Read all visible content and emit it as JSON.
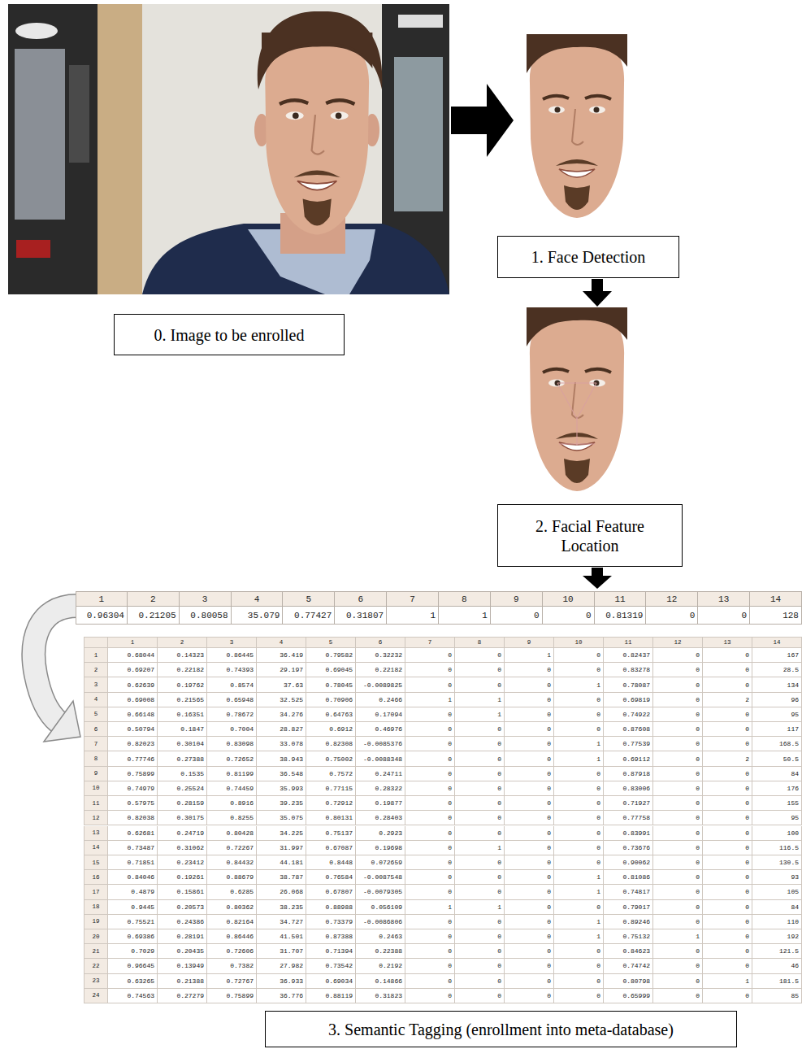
{
  "diagram": {
    "nodes": [
      {
        "text": [
          "0. Image to be enrolled"
        ]
      },
      {
        "text": [
          "1. Face Detection"
        ]
      },
      {
        "text": [
          "2. Facial Feature Location"
        ]
      },
      {
        "text": [
          "3. Semantic Tagging (enrollment into meta-database)"
        ]
      }
    ],
    "labels": [
      "1",
      "2",
      "3",
      "4",
      "5",
      "6",
      "7",
      "8",
      "9",
      "10",
      "11",
      "12",
      "13",
      "14",
      "0.96304",
      "0.21205",
      "0.80058",
      "35.079",
      "0.77427",
      "0.31807",
      "1",
      "1",
      "0",
      "0",
      "0.81319",
      "0",
      "0",
      "128",
      "1",
      "2",
      "3",
      "4",
      "5",
      "6",
      "7",
      "8",
      "9",
      "10",
      "11",
      "12",
      "13",
      "14",
      "1",
      "0.68044",
      "0.14323",
      "0.86445",
      "36.419",
      "0.79582",
      "0.32232",
      "0",
      "0",
      "1",
      "0",
      "0.82437",
      "0",
      "0",
      "167",
      "2",
      "0.69207",
      "0.22182",
      "0.74393",
      "29.197",
      "0.69045",
      "0.22182",
      "0",
      "0",
      "0",
      "0",
      "0.83278",
      "0",
      "0",
      "28.5",
      "3",
      "0.62639",
      "0.19762",
      "0.8574",
      "37.63",
      "0.78045",
      "-0.0089825",
      "0",
      "0",
      "0",
      "1",
      "0.78087",
      "0",
      "0",
      "134",
      "4",
      "0.69008",
      "0.21565",
      "0.65948",
      "32.525",
      "0.70906",
      "0.2466",
      "1",
      "1",
      "0",
      "0",
      "0.69819",
      "0",
      "2",
      "96",
      "5",
      "0.66148",
      "0.16351",
      "0.78672",
      "34.276",
      "0.64763",
      "0.17094",
      "0",
      "1",
      "0",
      "0",
      "0.74922",
      "0",
      "0",
      "95",
      "6",
      "0.50794",
      "0.1847",
      "0.7004",
      "28.827",
      "0.6912",
      "0.46976",
      "0",
      "0",
      "0",
      "0",
      "0.87608",
      "0",
      "0",
      "117",
      "7",
      "0.82023",
      "0.30104",
      "0.83098",
      "33.078",
      "0.82308",
      "-0.0085376",
      "0",
      "0",
      "0",
      "1",
      "0.77539",
      "0",
      "0",
      "168.5",
      "8",
      "0.77746",
      "0.27388",
      "0.72652",
      "38.943",
      "0.75002",
      "-0.0088348",
      "0",
      "0",
      "0",
      "1",
      "0.69112",
      "0",
      "2",
      "50.5",
      "9",
      "0.75899",
      "0.1535",
      "0.81199",
      "36.548",
      "0.7572",
      "0.24711",
      "0",
      "0",
      "0",
      "0",
      "0.87918",
      "0",
      "0",
      "84",
      "10",
      "0.74979",
      "0.25524",
      "0.74459",
      "35.993",
      "0.77115",
      "0.28322",
      "0",
      "0",
      "0",
      "0",
      "0.83006",
      "0",
      "0",
      "176",
      "11",
      "0.57975",
      "0.28159",
      "0.8916",
      "39.235",
      "0.72912",
      "0.19877",
      "0",
      "0",
      "0",
      "0",
      "0.71927",
      "0",
      "0",
      "155",
      "12",
      "0.82038",
      "0.30175",
      "0.8255",
      "35.075",
      "0.80131",
      "0.28403",
      "0",
      "0",
      "0",
      "0",
      "0.77758",
      "0",
      "0",
      "95",
      "13",
      "0.62681",
      "0.24719",
      "0.80428",
      "34.225",
      "0.75137",
      "0.2923",
      "0",
      "0",
      "0",
      "0",
      "0.83991",
      "0",
      "0",
      "100",
      "14",
      "0.73487",
      "0.31062",
      "0.72267",
      "31.997",
      "0.67087",
      "0.19698",
      "0",
      "1",
      "0",
      "0",
      "0.73676",
      "0",
      "0",
      "116.5",
      "15",
      "0.71851",
      "0.23412",
      "0.84432",
      "44.181",
      "0.8448",
      "0.072659",
      "0",
      "0",
      "0",
      "0",
      "0.90062",
      "0",
      "0",
      "130.5",
      "16",
      "0.84046",
      "0.19261",
      "0.88679",
      "38.787",
      "0.76584",
      "-0.0087548",
      "0",
      "0",
      "0",
      "1",
      "0.81086",
      "0",
      "0",
      "93",
      "17",
      "0.4879",
      "0.15861",
      "0.6285",
      "26.068",
      "0.67807",
      "-0.0079305",
      "0",
      "0",
      "0",
      "1",
      "0.74817",
      "0",
      "0",
      "105",
      "18",
      "0.9445",
      "0.20573",
      "0.80362",
      "38.235",
      "0.88988",
      "0.056109",
      "1",
      "1",
      "0",
      "0",
      "0.79017",
      "0",
      "0",
      "84",
      "19",
      "0.75521",
      "0.24386",
      "0.82164",
      "34.727",
      "0.73379",
      "-0.0086806",
      "0",
      "0",
      "0",
      "1",
      "0.89246",
      "0",
      "0",
      "110",
      "20",
      "0.69386",
      "0.28191",
      "0.86446",
      "41.501",
      "0.87388",
      "0.2463",
      "0",
      "0",
      "0",
      "1",
      "0.75132",
      "1",
      "0",
      "192",
      "21",
      "0.7029",
      "0.20435",
      "0.72606",
      "31.707",
      "0.71394",
      "0.22388",
      "0",
      "0",
      "0",
      "0",
      "0.84623",
      "0",
      "0",
      "121.5",
      "22",
      "0.96645",
      "0.13949",
      "0.7382",
      "27.982",
      "0.73542",
      "0.2192",
      "0",
      "0",
      "0",
      "0",
      "0.74742",
      "0",
      "0",
      "46",
      "23",
      "0.63265",
      "0.21388",
      "0.72767",
      "36.933",
      "0.69034",
      "0.14866",
      "0",
      "0",
      "0",
      "0",
      "0.80798",
      "0",
      "1",
      "181.5",
      "24",
      "0.74563",
      "0.27279",
      "0.75899",
      "36.776",
      "0.88119",
      "0.31823",
      "0",
      "0",
      "0",
      "0",
      "0.65999",
      "0",
      "0",
      "85"
    ]
  }
}
